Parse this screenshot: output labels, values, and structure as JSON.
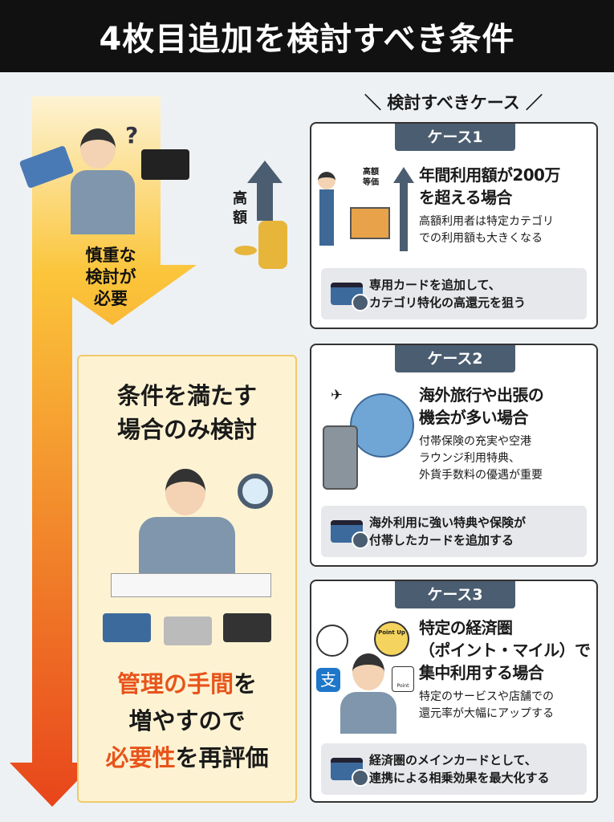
{
  "title": "4枚目追加を検討すべき条件",
  "left": {
    "need": [
      "慎重な",
      "検討が",
      "必要"
    ],
    "money_label": [
      "高",
      "額"
    ],
    "box": {
      "head": [
        "条件を満たす",
        "場合のみ検討"
      ],
      "foot": [
        [
          "管理の手間",
          "を"
        ],
        [
          "増やすので",
          ""
        ],
        [
          "必要性",
          "を再評価"
        ]
      ]
    }
  },
  "section_header": "＼ 検討すべきケース ／",
  "cases": [
    {
      "tag": "ケース1",
      "illus_label": [
        "高額",
        "等価"
      ],
      "heading": [
        "年間利用額が200万",
        "を超える場合"
      ],
      "sub": [
        "高額利用者は特定カテゴリ",
        "での利用額も大きくなる"
      ],
      "note": [
        "専用カードを追加して、",
        "カテゴリ特化の高還元を狙う"
      ]
    },
    {
      "tag": "ケース2",
      "heading": [
        "海外旅行や出張の",
        "機会が多い場合"
      ],
      "sub": [
        "付帯保険の充実や空港",
        "ラウンジ利用特典、",
        "外貨手数料の優遇が重要"
      ],
      "note": [
        "海外利用に強い特典や保険が",
        "付帯したカードを追加する"
      ]
    },
    {
      "tag": "ケース3",
      "illus_labels": [
        "Point Up",
        "Point"
      ],
      "heading": [
        "特定の経済圏",
        "（ポイント・マイル）で",
        "集中利用する場合"
      ],
      "sub": [
        "特定のサービスや店舗での",
        "還元率が大幅にアップする"
      ],
      "note": [
        "経済圏のメインカードとして、",
        "連携による相乗効果を最大化する"
      ]
    }
  ],
  "colors": {
    "arrow_top": "#fbd84a",
    "arrow_bottom": "#e8451b",
    "tag": "#4b5d70",
    "accent": "#e8541b"
  }
}
